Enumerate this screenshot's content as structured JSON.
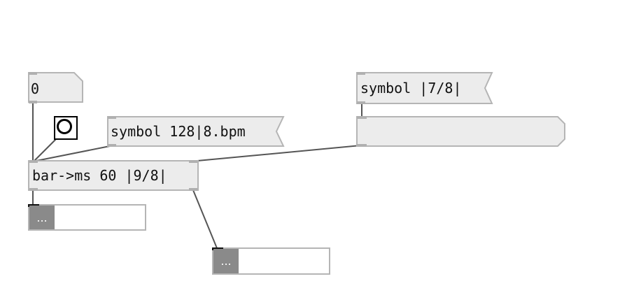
{
  "number_box": {
    "value": "0"
  },
  "bang": {
    "icon": "bang-circle-icon"
  },
  "messages": {
    "tempo": "symbol 128|8.bpm",
    "meter": "symbol |7/8|"
  },
  "object": {
    "label": "bar->ms 60 |9/8|"
  },
  "list_boxes": {
    "left": {
      "label": "..."
    },
    "right": {
      "label": "..."
    }
  },
  "colors": {
    "box_fill": "#ececec",
    "box_border": "#b5b5b5",
    "cord": "#555555",
    "list_tag": "#8a8a8a"
  }
}
